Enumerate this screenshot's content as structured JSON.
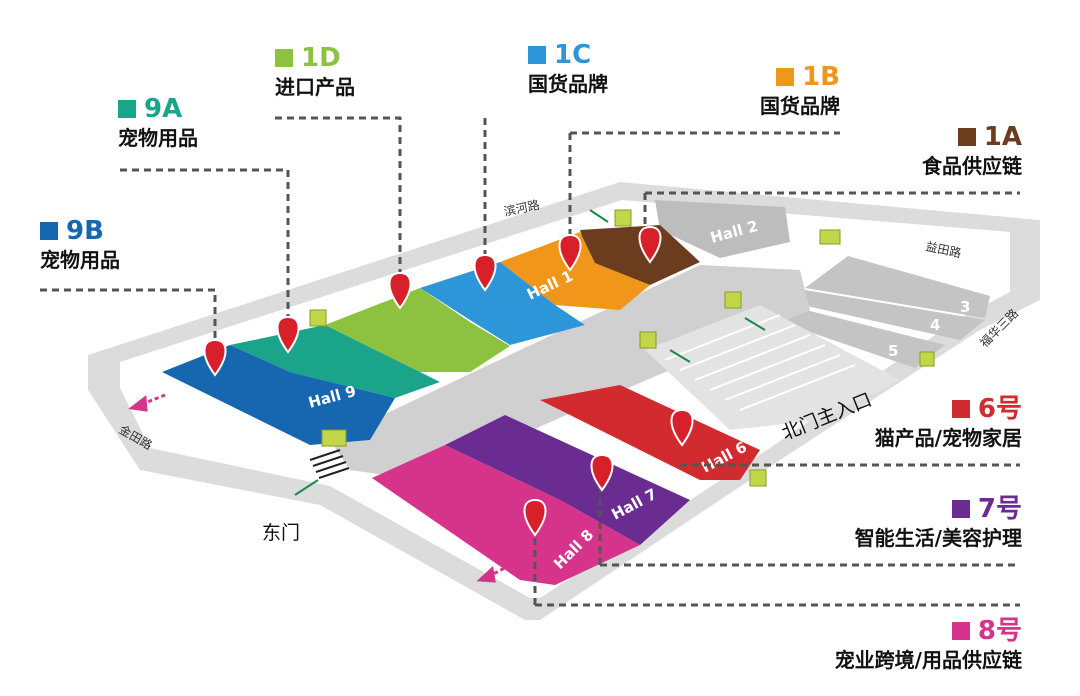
{
  "legend": {
    "a9": {
      "code": "9A",
      "category": "宠物用品",
      "color": "#1aa58a"
    },
    "b9": {
      "code": "9B",
      "category": "宠物用品",
      "color": "#1666b0"
    },
    "d1": {
      "code": "1D",
      "category": "进口产品",
      "color": "#8cc23f"
    },
    "c1": {
      "code": "1C",
      "category": "国货品牌",
      "color": "#2d96d8"
    },
    "b1": {
      "code": "1B",
      "category": "国货品牌",
      "color": "#f0961b"
    },
    "a1": {
      "code": "1A",
      "category": "食品供应链",
      "color": "#6b3d1e"
    },
    "h6": {
      "code": "6号",
      "category": "猫产品/宠物家居",
      "color": "#d22b2f"
    },
    "h7": {
      "code": "7号",
      "category": "智能生活/美容护理",
      "color": "#6a2c91"
    },
    "h8": {
      "code": "8号",
      "category": "宠业跨境/用品供应链",
      "color": "#d6338a"
    }
  },
  "halls": {
    "hall1": "Hall 1",
    "hall2": "Hall 2",
    "hall3": "3",
    "hall4": "4",
    "hall5": "5",
    "hall6": "Hall 6",
    "hall7": "Hall 7",
    "hall8": "Hall 8",
    "hall9": "Hall 9"
  },
  "roads": {
    "binhe": "滨河路",
    "yitian": "益田路",
    "fuhua": "福华三路",
    "jintian": "金田路"
  },
  "gates": {
    "north": "北门主入口",
    "east": "东门"
  },
  "colors": {
    "road": "#d9d9d9",
    "grey_hall": "#bdbdbd",
    "concourse": "#cfcfcf",
    "pin": "#d8202b",
    "marker": "#c2d64a",
    "arrow": "#d6338a",
    "arrow_green": "#1a8a4a"
  }
}
